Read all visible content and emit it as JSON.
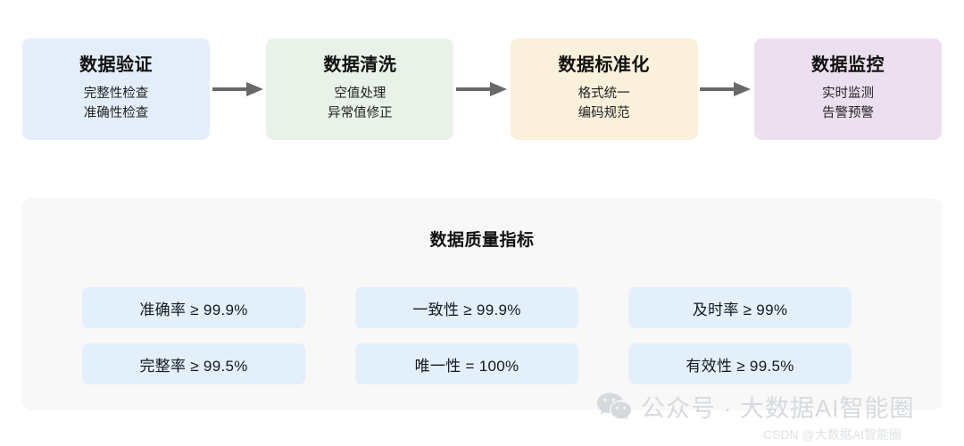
{
  "pipeline": {
    "stages": [
      {
        "title": "数据验证",
        "lines": [
          "完整性检查",
          "准确性检查"
        ],
        "color": "#e4eefa"
      },
      {
        "title": "数据清洗",
        "lines": [
          "空值处理",
          "异常值修正"
        ],
        "color": "#e8f2e8"
      },
      {
        "title": "数据标准化",
        "lines": [
          "格式统一",
          "编码规范"
        ],
        "color": "#faf0dc"
      },
      {
        "title": "数据监控",
        "lines": [
          "实时监测",
          "告警预警"
        ],
        "color": "#ece0f0"
      }
    ],
    "arrow_color": "#686868"
  },
  "metrics": {
    "title": "数据质量指标",
    "panel_color": "#f8f8f8",
    "chip_color": "#e3f0fc",
    "chips": [
      "准确率 ≥ 99.9%",
      "一致性 ≥ 99.9%",
      "及时率 ≥ 99%",
      "完整率 ≥ 99.5%",
      "唯一性 = 100%",
      "有效性 ≥ 99.5%"
    ]
  },
  "watermark": {
    "icon": "wechat-icon",
    "text": "公众号 · 大数据AI智能圈",
    "credit": "CSDN @大数据AI智能圈",
    "color": "#d6dade"
  }
}
